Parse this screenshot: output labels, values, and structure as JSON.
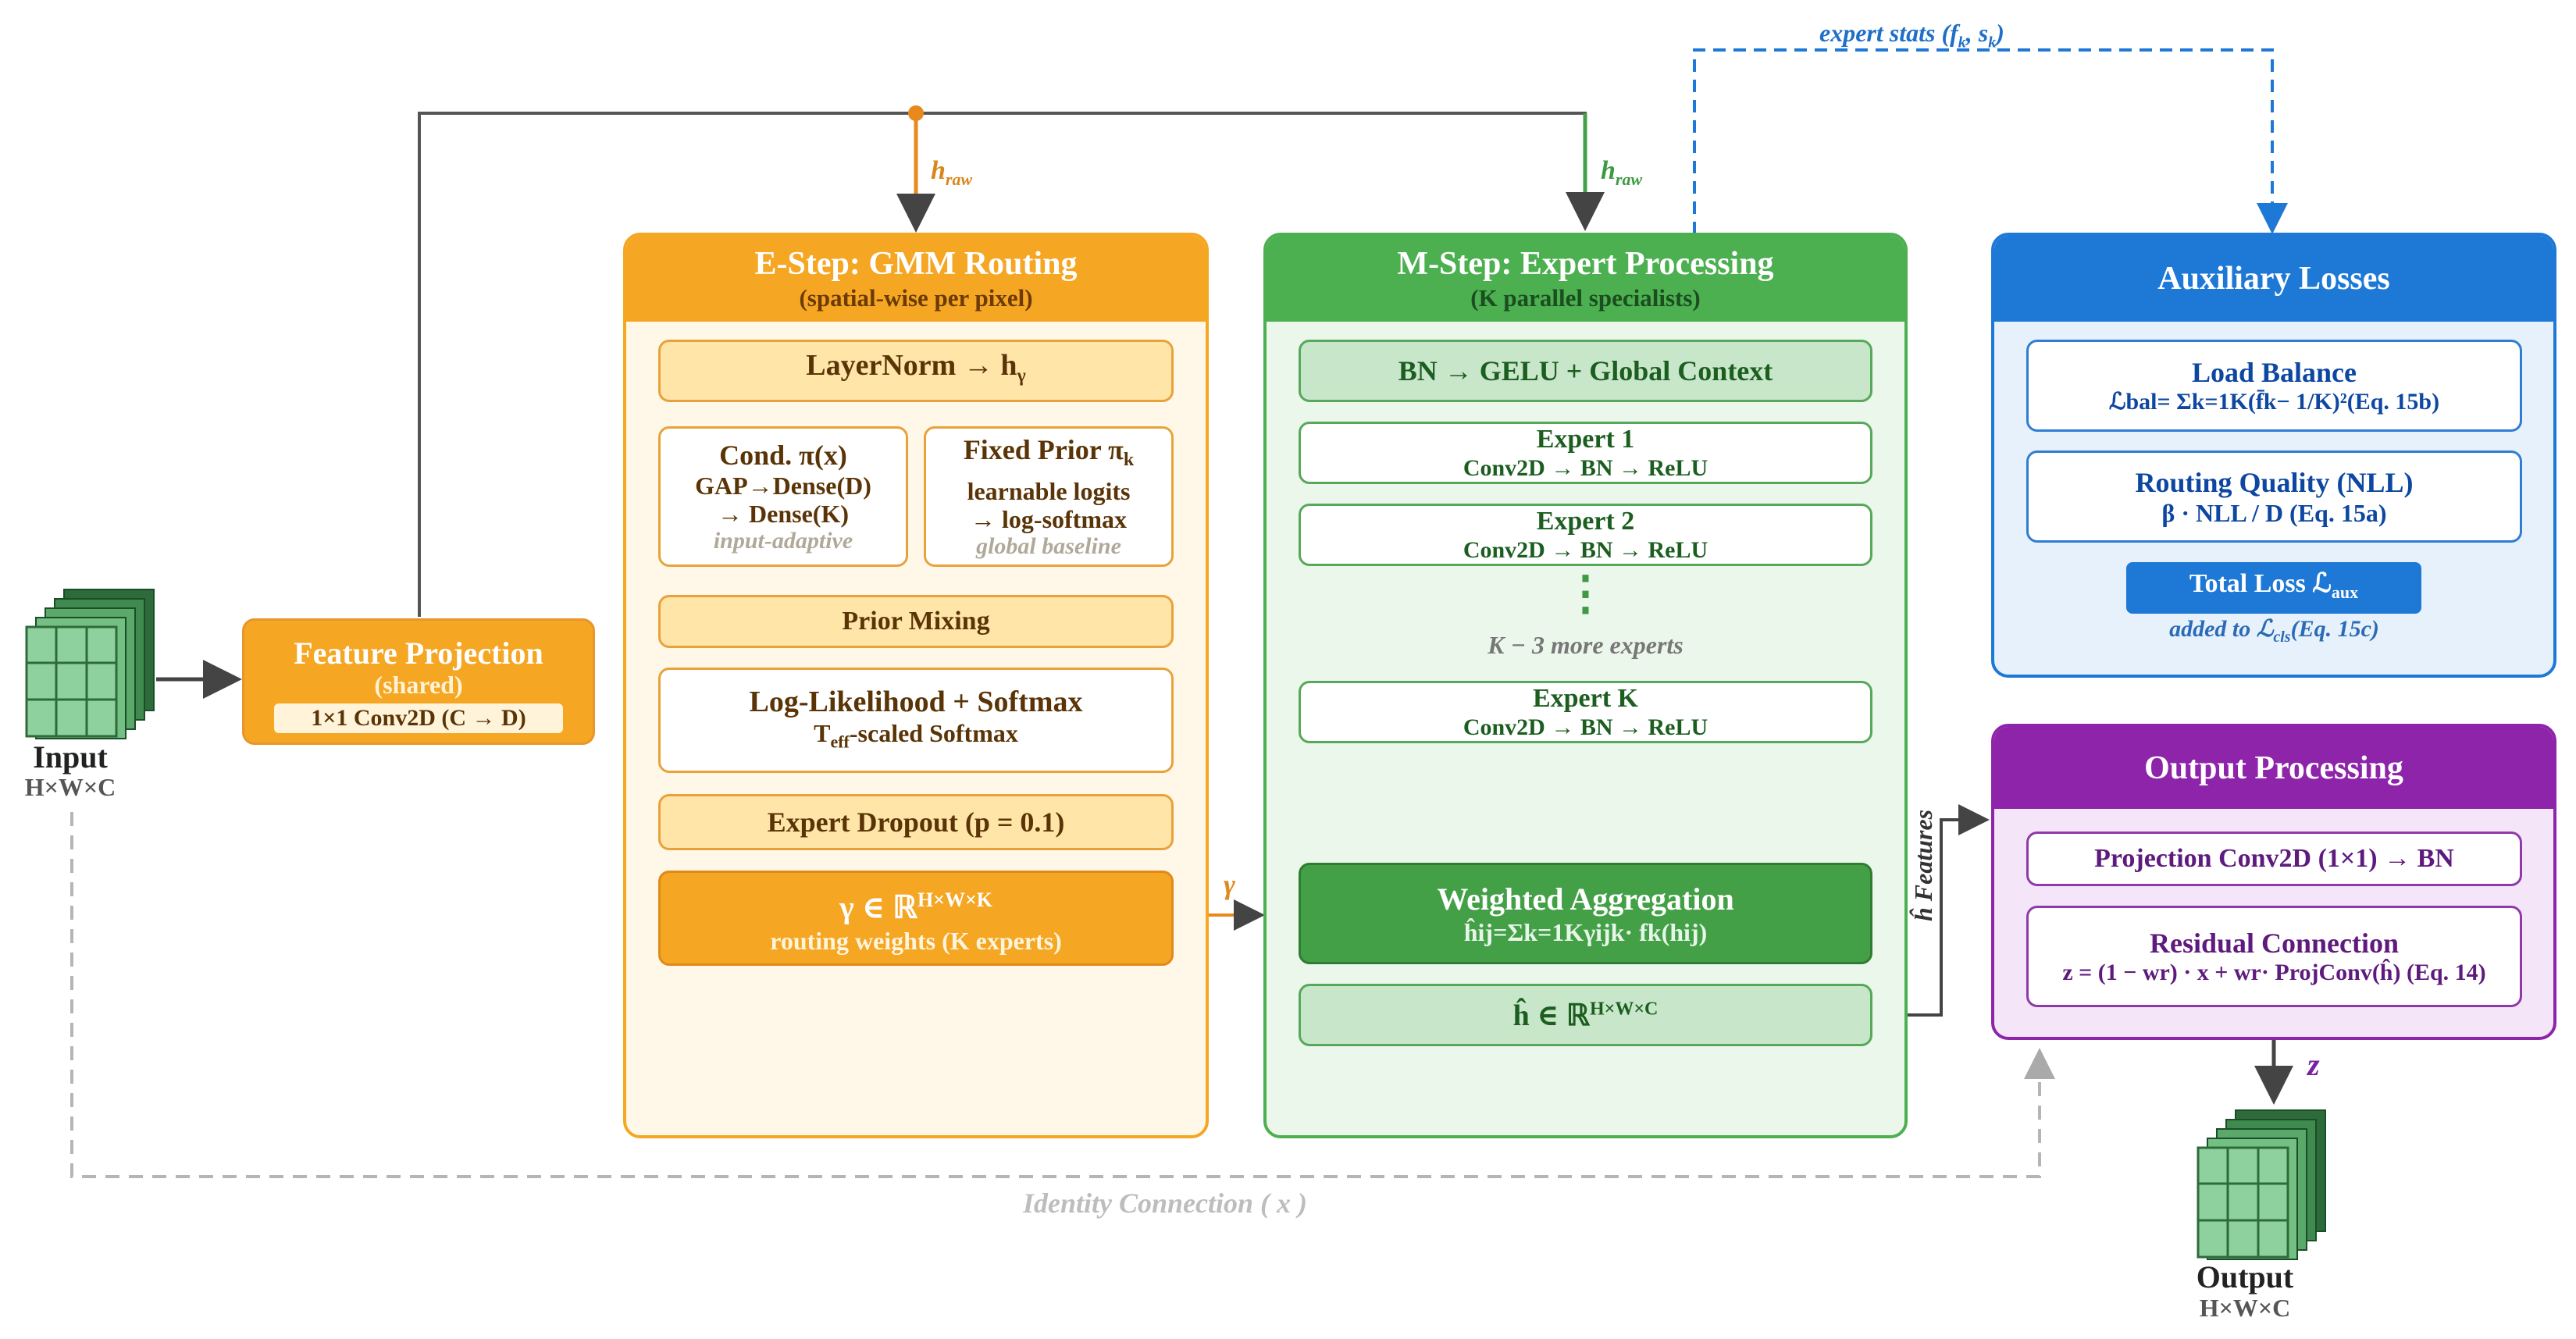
{
  "input": {
    "title": "Input",
    "dims": "H×W×C"
  },
  "output": {
    "title": "Output",
    "dims": "H×W×C"
  },
  "feature_projection": {
    "title": "Feature Projection",
    "subtitle": "(shared)",
    "op": "1×1 Conv2D (C → D)"
  },
  "e_step": {
    "title": "E-Step: GMM Routing",
    "subtitle": "(spatial-wise per pixel)",
    "layernorm": "LayerNorm → h",
    "layernorm_sub": "γ",
    "cond_title": "Cond. π(x)",
    "cond_line1": "GAP→Dense(D)",
    "cond_line2": "→ Dense(K)",
    "cond_note": "input-adaptive",
    "prior_title": "Fixed Prior π",
    "prior_sub": "k",
    "prior_line1": "learnable logits",
    "prior_line2": "→ log-softmax",
    "prior_note": "global baseline",
    "prior_mixing": "Prior Mixing",
    "loglik_title": "Log-Likelihood + Softmax",
    "loglik_pre": "T",
    "loglik_sub": "eff",
    "loglik_post": "-scaled Softmax",
    "dropout": "Expert Dropout (p = 0.1)",
    "gamma_pre": "γ ∈ ℝ",
    "gamma_sup": "H×W×K",
    "gamma_sub": "routing weights (K experts)"
  },
  "m_step": {
    "title": "M-Step: Expert Processing",
    "subtitle": "(K parallel specialists)",
    "bn_gelu": "BN → GELU + Global Context",
    "experts": [
      {
        "name": "Expert 1",
        "op": "Conv2D → BN → ReLU"
      },
      {
        "name": "Expert 2",
        "op": "Conv2D → BN → ReLU"
      },
      {
        "name": "Expert K",
        "op": "Conv2D → BN → ReLU"
      }
    ],
    "ellipsis": "⋮",
    "more": "K − 3 more experts",
    "agg_title": "Weighted Aggregation",
    "agg_formula": "ĥij=Σk=1Kγijk· fk(hij)",
    "hhat_pre": "ĥ ∈ ℝ",
    "hhat_sup": "H×W×C"
  },
  "aux": {
    "title": "Auxiliary Losses",
    "load_title": "Load Balance",
    "load_formula": "ℒbal= Σk=1K(f̄k− 1/K)²(Eq. 15b)",
    "routing_title": "Routing Quality (NLL)",
    "routing_formula": "β · NLL / D (Eq. 15a)",
    "total_pre": "Total Loss ℒ",
    "total_sub": "aux",
    "added_pre": "added to ℒ",
    "added_sub": "cls",
    "added_post": "(Eq. 15c)"
  },
  "out_proc": {
    "title": "Output Processing",
    "projection": "Projection Conv2D (1×1) → BN",
    "residual_title": "Residual Connection",
    "residual_formula": "z = (1 − wr) · x + wr· ProjConv(ĥ) (Eq. 14)"
  },
  "labels": {
    "h_raw": "h",
    "raw_sub": "raw",
    "gamma": "γ",
    "features": "ĥ Features",
    "expert_stats_pre": "expert stats (f",
    "expert_stats_k1": "k",
    "expert_stats_mid": ", s",
    "expert_stats_k2": "k",
    "expert_stats_post": ")",
    "z": "z",
    "identity": "Identity Connection ( x )"
  },
  "colors": {
    "orange": "#f5a623",
    "green": "#4caf50",
    "blue": "#1e78d6",
    "purple": "#8e24aa",
    "cube_dark": "#2e6b3a",
    "cube_light": "#8fd19e"
  }
}
